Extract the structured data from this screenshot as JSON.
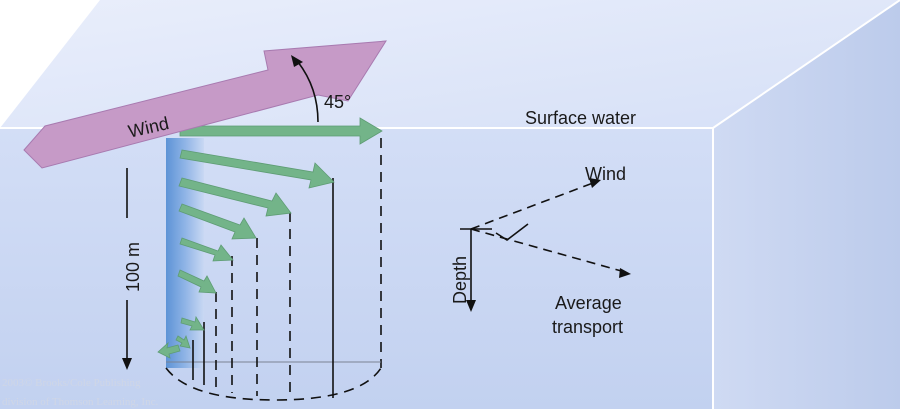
{
  "labels": {
    "wind": "Wind",
    "angle": "45°",
    "surface_water": "Surface water",
    "depth_100m": "100 m",
    "inset_wind": "Wind",
    "inset_depth": "Depth",
    "avg_transport_line1": "Average",
    "avg_transport_line2": "transport"
  },
  "copyright": {
    "line1": "2003© Brooks/Cole Publishing",
    "line2": "division of Thomson Learning, Inc."
  },
  "colors": {
    "water_top": "#dfe7f8",
    "water_front": "#ccd9f3",
    "water_side": "#c4d1ef",
    "wind_arrow": "#c69ac7",
    "transport_arrow": "#73b489",
    "column": "#8fb4e0"
  },
  "spiral_arrow_count": 8
}
